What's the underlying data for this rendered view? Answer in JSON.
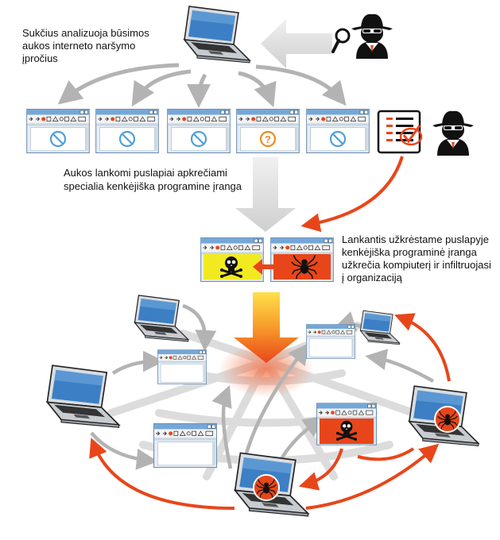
{
  "captions": {
    "analysis": [
      "Sukčius analizuoja būsimos",
      "aukos interneto naršymo",
      "įpročius"
    ],
    "infected_pages": [
      "Aukos lankomi puslapiai apkrečiami",
      "specialia kenkėjiška programine įranga"
    ],
    "infection": [
      "Lankantis užkrėstame puslapyje",
      "kenkėjiška programinė įranga",
      "užkrečia kompiuterį ir infiltruojasi",
      "į organizaciją"
    ]
  },
  "icons": {
    "hacker": "spy-with-hat-and-glasses",
    "magnifier": "magnifying-glass",
    "checklist": "document-checklist",
    "blocked": "no-entry-sign",
    "unknown": "question-mark",
    "malware": "skull-and-crossbones",
    "virus": "spider"
  },
  "colors": {
    "arrow_gray": "#b3b3b3",
    "arrow_red": "#e8461a",
    "browser_blue": "#74a7d8",
    "malware_yellow": "#f2ea20",
    "malware_red": "#e8461a",
    "stop_sign": "#4f9fd9",
    "question": "#ef8b1c"
  }
}
